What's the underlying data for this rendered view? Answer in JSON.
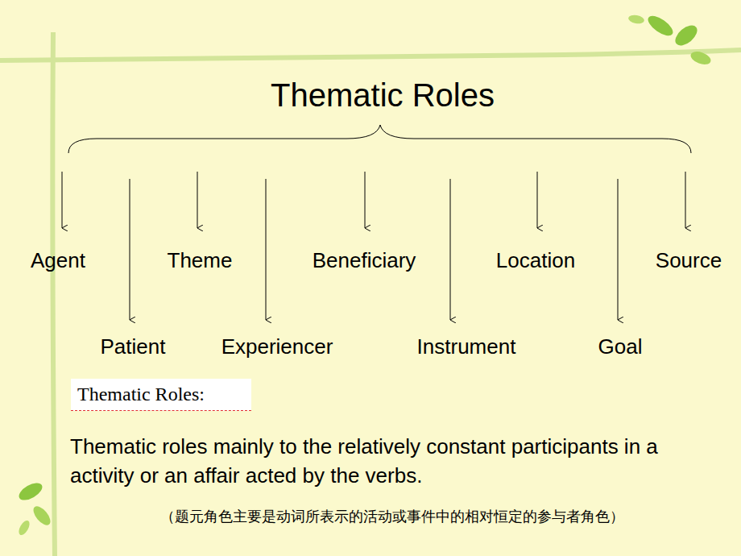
{
  "diagram": {
    "title": "Thematic Roles",
    "nodes": [
      {
        "text": [
          "Thematic Roles:"
        ]
      }
    ],
    "labels": [
      "Agent",
      "Patient",
      "Theme",
      "Experiencer",
      "Beneficiary",
      "Instrument",
      "Location",
      "Goal",
      "Source",
      "Thematic roles mainly to the relatively constant participants in a activity or an affair acted by the verbs.",
      "（题元角色主要是动词所表示的活动或事件中的相对恒定的参与者角色）"
    ]
  }
}
